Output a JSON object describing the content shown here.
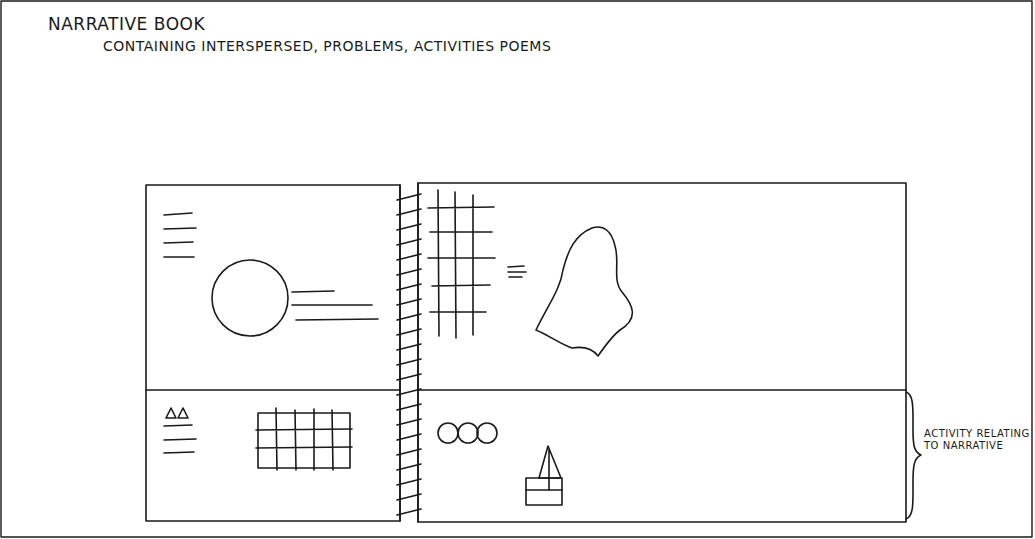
{
  "diagram": {
    "title": "NARRATIVE BOOK",
    "labels": [
      "CONTAINING INTERSPERSED, PROBLEMS, ACTIVITIES POEMS",
      "ACTIVITY RELATING TO NARRATIVE"
    ]
  }
}
